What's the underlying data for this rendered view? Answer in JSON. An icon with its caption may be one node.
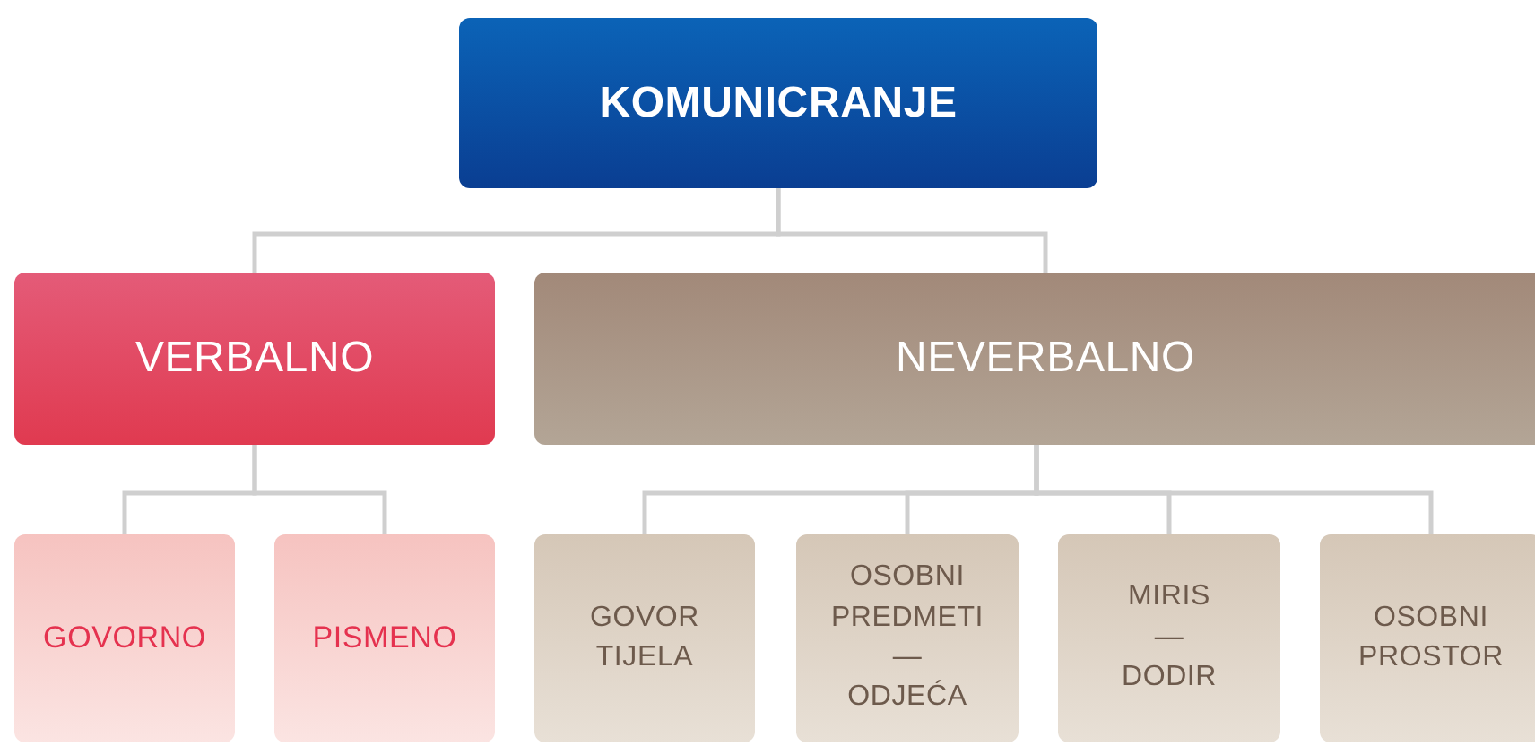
{
  "diagram": {
    "nodes": [
      {
        "text": [
          "KOMUNICRANJE"
        ]
      },
      {
        "text": [
          "VERBALNO"
        ]
      },
      {
        "text": [
          "NEVERBALNO"
        ]
      },
      {
        "text": [
          "GOVORNO"
        ]
      },
      {
        "text": [
          "PISMENO"
        ]
      },
      {
        "text": [
          "GOVOR TIJELA"
        ]
      },
      {
        "text": [
          "OSOBNI PREDMETI",
          "—",
          "ODJEĆA"
        ]
      },
      {
        "text": [
          "MIRIS",
          "—",
          "DODIR"
        ]
      },
      {
        "text": [
          "OSOBNI PROSTOR"
        ]
      }
    ],
    "edges": [
      {
        "from": 0,
        "to": 1,
        "arrow": "none"
      },
      {
        "from": 0,
        "to": 2,
        "arrow": "none"
      },
      {
        "from": 1,
        "to": 3,
        "arrow": "none"
      },
      {
        "from": 1,
        "to": 4,
        "arrow": "none"
      },
      {
        "from": 2,
        "to": 5,
        "arrow": "none"
      },
      {
        "from": 2,
        "to": 6,
        "arrow": "none"
      },
      {
        "from": 2,
        "to": 7,
        "arrow": "none"
      },
      {
        "from": 2,
        "to": 8,
        "arrow": "none"
      }
    ]
  }
}
